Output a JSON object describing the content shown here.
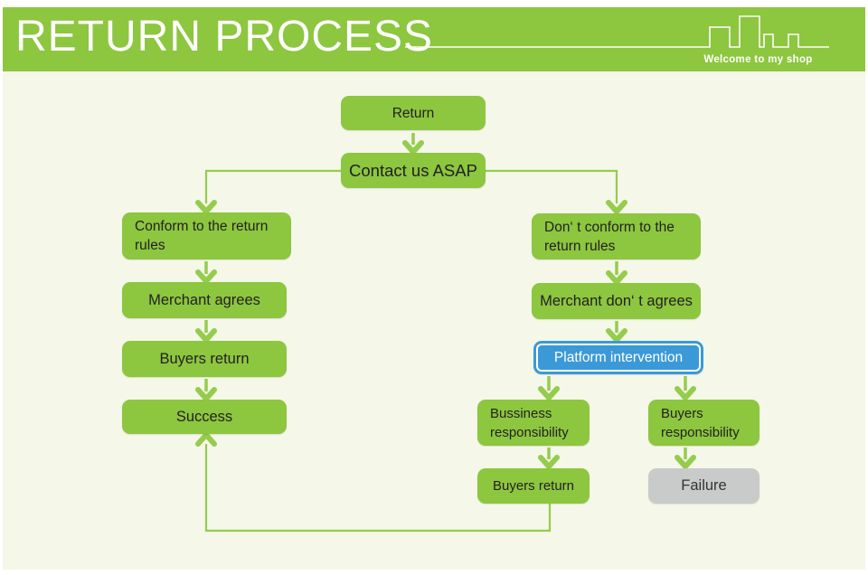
{
  "header": {
    "title": "RETURN PROCESS",
    "tagline": "Welcome to my shop",
    "icons": {
      "skyline": "city-skyline-outline"
    }
  },
  "colors": {
    "green": "#8dc63f",
    "arrow": "#95cc4e",
    "blue": "#3b99d8",
    "gray": "#c9caca",
    "bg": "#f5f7e9",
    "text": "#222222"
  },
  "flowchart": {
    "nodes": [
      {
        "id": "return",
        "label": "Return",
        "style": "green"
      },
      {
        "id": "contact-asap",
        "label": "Contact us ASAP",
        "style": "green"
      },
      {
        "id": "conform-rules",
        "label": "Conform to the return\nrules",
        "style": "green"
      },
      {
        "id": "merchant-agrees",
        "label": "Merchant agrees",
        "style": "green"
      },
      {
        "id": "buyers-return-1",
        "label": "Buyers return",
        "style": "green"
      },
      {
        "id": "success",
        "label": "Success",
        "style": "green"
      },
      {
        "id": "dont-conform-rules",
        "label": "Don‘ t conform to the\nreturn rules",
        "style": "green"
      },
      {
        "id": "merchant-dont-agrees",
        "label": "Merchant don‘ t agrees",
        "style": "green"
      },
      {
        "id": "platform-intervention",
        "label": "Platform intervention",
        "style": "blue"
      },
      {
        "id": "bussiness-responsibility",
        "label": "Bussiness\nresponsibility",
        "style": "green"
      },
      {
        "id": "buyers-responsibility",
        "label": "Buyers\nresponsibility",
        "style": "green"
      },
      {
        "id": "buyers-return-2",
        "label": "Buyers return",
        "style": "green"
      },
      {
        "id": "failure",
        "label": "Failure",
        "style": "gray"
      }
    ],
    "edges": [
      {
        "from": "return",
        "to": "contact-asap"
      },
      {
        "from": "contact-asap",
        "to": "conform-rules"
      },
      {
        "from": "contact-asap",
        "to": "dont-conform-rules"
      },
      {
        "from": "conform-rules",
        "to": "merchant-agrees"
      },
      {
        "from": "merchant-agrees",
        "to": "buyers-return-1"
      },
      {
        "from": "buyers-return-1",
        "to": "success"
      },
      {
        "from": "dont-conform-rules",
        "to": "merchant-dont-agrees"
      },
      {
        "from": "merchant-dont-agrees",
        "to": "platform-intervention"
      },
      {
        "from": "platform-intervention",
        "to": "bussiness-responsibility"
      },
      {
        "from": "platform-intervention",
        "to": "buyers-responsibility"
      },
      {
        "from": "bussiness-responsibility",
        "to": "buyers-return-2"
      },
      {
        "from": "buyers-responsibility",
        "to": "failure"
      },
      {
        "from": "buyers-return-2",
        "to": "success"
      }
    ]
  }
}
